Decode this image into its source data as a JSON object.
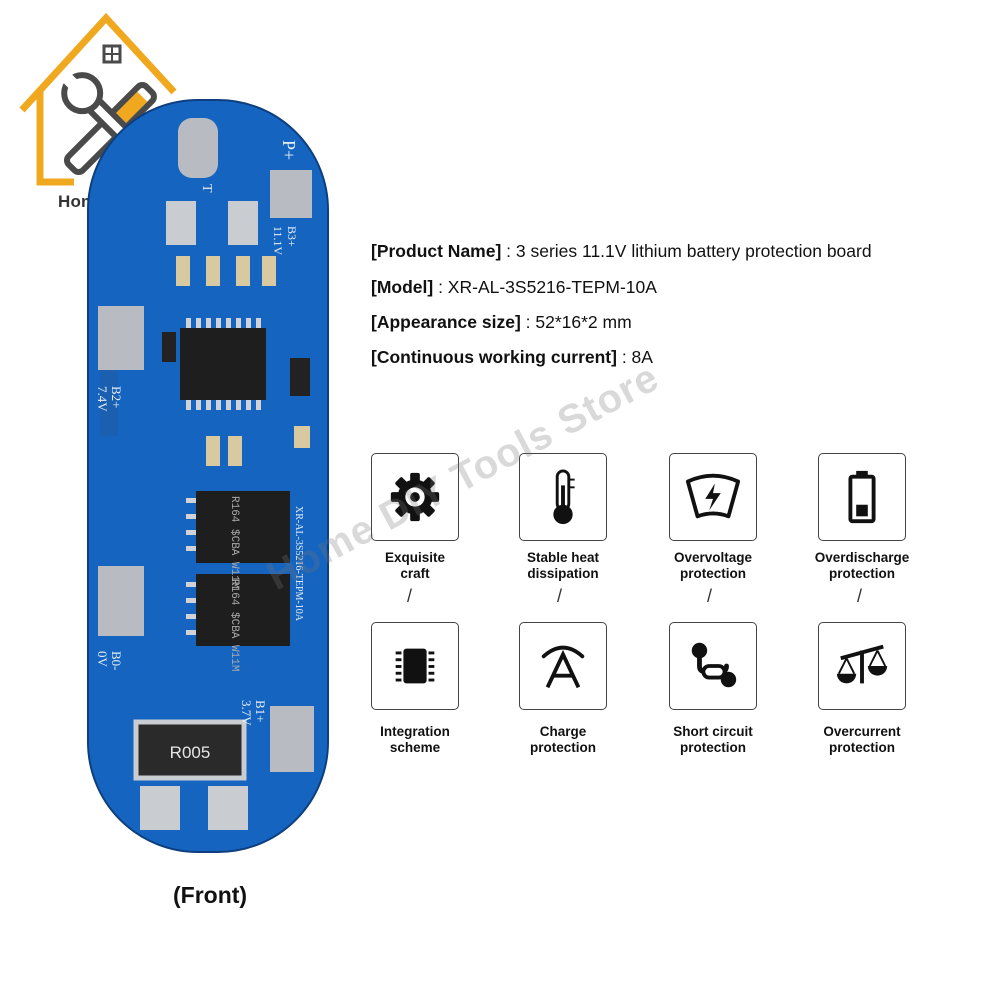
{
  "logo": {
    "text": "Home DIY",
    "icon": "house-tools-icon",
    "accent": "#f0a81e",
    "dark": "#4a4a4a"
  },
  "board": {
    "color": "#1565c0",
    "labels": {
      "p_plus": "P+",
      "b3": "B3+",
      "b3v": "11.1V",
      "b2": "B2+",
      "b2v": "7.4V",
      "b1": "B1+",
      "b1v": "3.7V",
      "b0": "B0-",
      "b0v": "0V",
      "t": "T",
      "model_silk": "XR-AL-3S5216-TEPM-10A",
      "resistor": "R005",
      "chip1": "R164 $CBA W11M",
      "chip2": "R164 $CBA W11M"
    }
  },
  "specs": [
    {
      "key": "[Product Name]",
      "value": " : 3 series 11.1V lithium battery protection board"
    },
    {
      "key": "[Model]",
      "value": " : XR-AL-3S5216-TEPM-10A"
    },
    {
      "key": "[Appearance size]",
      "value": " : 52*16*2 mm"
    },
    {
      "key": "[Continuous working current]",
      "value": " : 8A"
    }
  ],
  "features": [
    {
      "line1": "Exquisite",
      "line2": "craft",
      "icon": "gear-icon"
    },
    {
      "line1": "Stable heat",
      "line2": "dissipation",
      "icon": "thermometer-icon"
    },
    {
      "line1": "Overvoltage",
      "line2": "protection",
      "icon": "voltage-gauge-icon"
    },
    {
      "line1": "Overdischarge",
      "line2": "protection",
      "icon": "battery-low-icon"
    },
    {
      "line1": "Integration",
      "line2": "scheme",
      "icon": "chip-icon"
    },
    {
      "line1": "Charge",
      "line2": "protection",
      "icon": "charge-a-icon"
    },
    {
      "line1": "Short circuit",
      "line2": "protection",
      "icon": "short-circuit-icon"
    },
    {
      "line1": "Overcurrent",
      "line2": "protection",
      "icon": "scales-icon"
    }
  ],
  "watermark": "Home DIY Tools Store",
  "caption": "(Front)"
}
